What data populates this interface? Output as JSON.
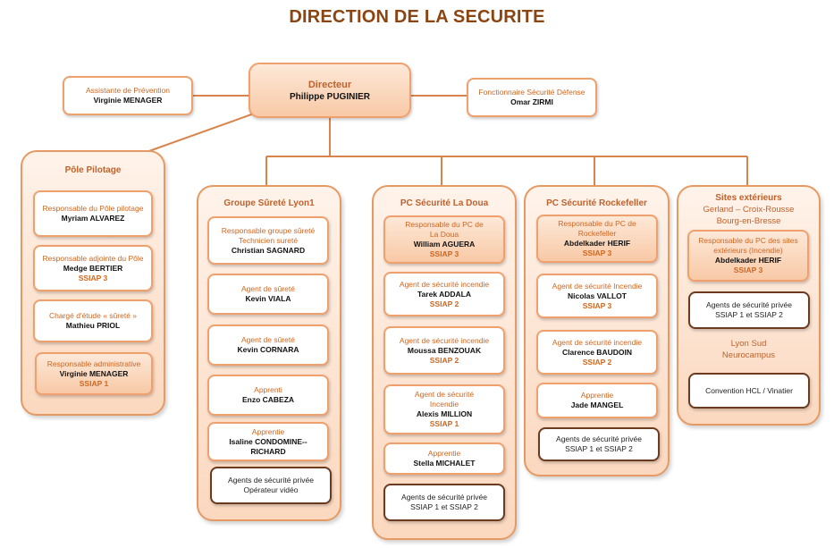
{
  "title": "DIRECTION DE LA SECURITE",
  "top": {
    "assistante": {
      "role": "Assistante de Prévention",
      "name": "Virginie MENAGER"
    },
    "directeur": {
      "role": "Directeur",
      "name": "Philippe PUGINIER"
    },
    "fonctionnaire": {
      "role": "Fonctionnaire Sécurité Défense",
      "name": "Omar ZIRMI"
    }
  },
  "pole": {
    "title": "Pôle Pilotage",
    "b1": {
      "role": "Responsable du Pôle pilotage",
      "name": "Myriam ALVAREZ"
    },
    "b2": {
      "role": "Responsable adjointe du Pôle",
      "name": "Medge BERTIER",
      "ssiap": "SSIAP 3"
    },
    "b3": {
      "role": "Chargé d'étude « sûreté »",
      "name": "Mathieu PRIOL"
    },
    "b4": {
      "role": "Responsable administrative",
      "name": "Virginie MENAGER",
      "ssiap": "SSIAP 1"
    }
  },
  "groupe": {
    "title": "Groupe Sûreté Lyon1",
    "b1": {
      "role1": "Responsable groupe sûreté",
      "role2": "Technicien sureté",
      "name": "Christian SAGNARD"
    },
    "b2": {
      "role": "Agent de sûreté",
      "name": "Kevin VIALA"
    },
    "b3": {
      "role": "Agent de sûreté",
      "name": "Kevin CORNARA"
    },
    "b4": {
      "role": "Apprenti",
      "name": "Enzo CABEZA"
    },
    "b5": {
      "role": "Apprentie",
      "name1": "Isaline CONDOMINE--",
      "name2": "RICHARD"
    },
    "b6": {
      "line1": "Agents de sécurité privée",
      "line2": "Opérateur vidéo"
    }
  },
  "doua": {
    "title": "PC Sécurité La Doua",
    "b1": {
      "role1": "Responsable du PC de",
      "role2": "La Doua",
      "name": "William AGUERA",
      "ssiap": "SSIAP 3"
    },
    "b2": {
      "role": "Agent de sécurité incendie",
      "name": "Tarek ADDALA",
      "ssiap": "SSIAP 2"
    },
    "b3": {
      "role": "Agent de sécurité incendie",
      "name": "Moussa BENZOUAK",
      "ssiap": "SSIAP 2"
    },
    "b4": {
      "role1": "Agent de sécurité",
      "role2": "Incendie",
      "name": "Alexis MILLION",
      "ssiap": "SSIAP 1"
    },
    "b5": {
      "role": "Apprentie",
      "name": "Stella MICHALET"
    },
    "b6": {
      "line1": "Agents de sécurité privée",
      "line2": "SSIAP 1 et SSIAP 2"
    }
  },
  "rock": {
    "title": "PC Sécurité Rockefeller",
    "b1": {
      "role1": "Responsable du PC de",
      "role2": "Rockefeller",
      "name": "Abdelkader HERIF",
      "ssiap": "SSIAP 3"
    },
    "b2": {
      "role": "Agent de sécurité Incendie",
      "name": "Nicolas VALLOT",
      "ssiap": "SSIAP 3"
    },
    "b3": {
      "role": "Agent de sécurité incendie",
      "name": "Clarence BAUDOIN",
      "ssiap": "SSIAP 2"
    },
    "b4": {
      "role": "Apprentie",
      "name": "Jade MANGEL"
    },
    "b5": {
      "line1": "Agents de sécurité privée",
      "line2": "SSIAP 1 et SSIAP 2"
    }
  },
  "sites": {
    "title": "Sites extérieurs",
    "sub1": "Gerland – Croix-Rousse",
    "sub2": "Bourg-en-Bresse",
    "b1": {
      "role1": "Responsable du PC des sites",
      "role2": "extérieurs (Incendie)",
      "name": "Abdelkader HERIF",
      "ssiap": "SSIAP 3"
    },
    "b2": {
      "line1": "Agents de sécurité privée",
      "line2": "SSIAP 1 et SSIAP 2"
    },
    "lyon1": "Lyon Sud",
    "lyon2": "Neurocampus",
    "b3": {
      "line1": "Convention HCL / Vinatier"
    }
  },
  "colors": {
    "accent": "#C0612B",
    "border": "#E59A63",
    "dark_border": "#6B3A1F"
  }
}
